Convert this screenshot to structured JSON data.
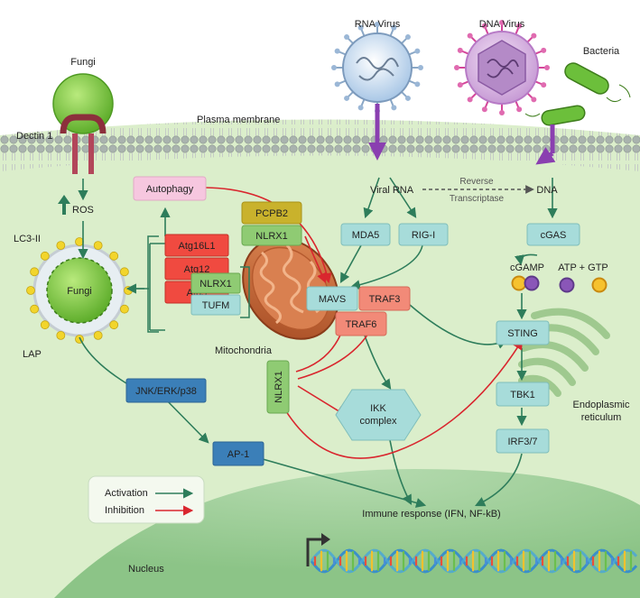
{
  "labels": {
    "fungi_top": "Fungi",
    "dectin": "Dectin 1",
    "ros": "ROS",
    "lc3": "LC3-II",
    "fungi_inner": "Fungi",
    "lap": "LAP",
    "plasma_membrane": "Plasma membrane",
    "rna_virus": "RNA Virus",
    "dna_virus": "DNA Virus",
    "bacteria": "Bacteria",
    "viral_rna": "Viral RNA",
    "reverse": "Reverse",
    "transcriptase": "Transcriptase",
    "dna": "DNA",
    "mitochondria": "Mitochondria",
    "cgamp": "cGAMP",
    "atp_gtp": "ATP + GTP",
    "endoplasmic": "Endoplasmic",
    "reticulum": "reticulum",
    "immune_response": "Immune response (IFN, NF-kB)",
    "nucleus": "Nucleus"
  },
  "nodes": {
    "autophagy": "Autophagy",
    "pcpb2": "PCPB2",
    "nlrx1_top": "NLRX1",
    "mda5": "MDA5",
    "rig1": "RIG-I",
    "cgas": "cGAS",
    "atg16l1": "Atg16L1",
    "atg12": "Atg12",
    "atg5": "Atg5",
    "nlrx1_mid": "NLRX1",
    "tufm": "TUFM",
    "mavs": "MAVS",
    "traf3": "TRAF3",
    "traf6": "TRAF6",
    "sting": "STING",
    "nlrx1_vert": "NLRX1",
    "ikk_line1": "IKK",
    "ikk_line2": "complex",
    "tbk1": "TBK1",
    "irf37": "IRF3/7",
    "jnk": "JNK/ERK/p38",
    "ap1": "AP-1"
  },
  "legend": {
    "activation": "Activation",
    "inhibition": "Inhibition",
    "activation_color": "#2e7d5b",
    "inhibition_color": "#d9262e"
  },
  "colors": {
    "cytoplasm": "#dbeecb",
    "nucleus": "#a9d3a0",
    "membrane_head": "#a8b2ad",
    "teal_box": "#a7dcda",
    "red_box": "#f04a40",
    "green_box": "#8fcb73",
    "yellow_box": "#c9b22c",
    "pink_box": "#f6c7df",
    "salmon_box": "#f28a78",
    "blue_box": "#3b7fb8",
    "mitochondria": "#c96c3c"
  }
}
